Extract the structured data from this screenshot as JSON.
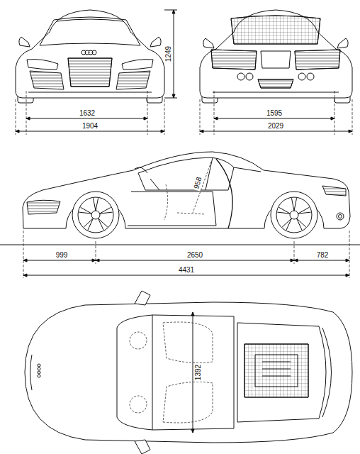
{
  "diagram": {
    "labels": [
      "1249",
      "1632",
      "1904",
      "1595",
      "2029",
      "958",
      "999",
      "2650",
      "782",
      "4431",
      "1392"
    ]
  }
}
